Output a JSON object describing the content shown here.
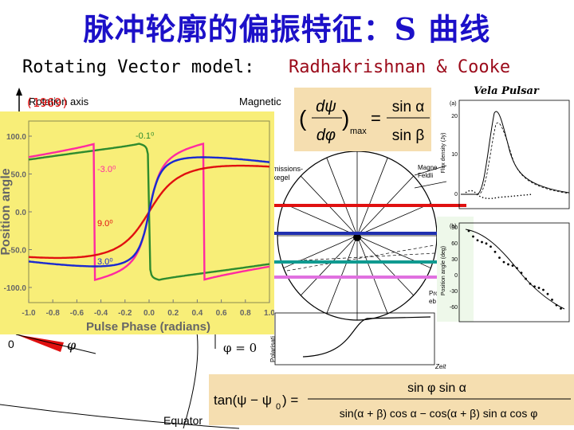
{
  "header": {
    "title": "脉冲轮廓的偏振特征：S 曲线",
    "subtitle_left": "Rotating Vector model:",
    "subtitle_right": "Radhakrishnan & Cooke"
  },
  "background_figure": {
    "rotation_axis": "Rotation axis",
    "magnetic": "Magnetic",
    "annotation_missions": "missions-",
    "annotation_kegel": "kegel",
    "annotation_projektion": "Pro",
    "annotation_eb": "eb",
    "annotation_polarisation": "Polarisati",
    "annotation_zeit": "Zeit",
    "annotation_magnetische": "Magne",
    "annotation_feldlinien": "Feldli",
    "phi_zero": "φ = 0",
    "phi": "φ",
    "zero": "0",
    "equator": "Equator",
    "red_label": "(1969)"
  },
  "formula_top": {
    "lhs_num": "dψ",
    "lhs_den": "dφ",
    "subscript": "max",
    "rhs_num": "sin α",
    "rhs_den": "sin β"
  },
  "formula_bottom": {
    "lhs": "tan(ψ − ψ",
    "lhs_sub": "0",
    "lhs_end": ") =",
    "numerator": "sin φ sin α",
    "denominator": "sin(α + β) cos α − cos(α + β) sin α cos φ"
  },
  "vela": {
    "title": "Vela Pulsar",
    "panel_a": "(a)",
    "panel_b": "(b)",
    "ylabel_top": "Flux density (Jy)",
    "ylabel_bottom": "Position angle (deg)",
    "top_ticks": [
      "20",
      "10",
      "0"
    ],
    "bottom_ticks": [
      "90",
      "60",
      "30",
      "0",
      "-30",
      "-60"
    ]
  },
  "colors": {
    "title": "#1c10c8",
    "subtitle_right": "#9b0a1a",
    "chart_bg": "#f8ee78",
    "formula_bg": "#f5deb0",
    "line_red": "#e01010",
    "line_blue": "#2030b0",
    "line_teal": "#109a90",
    "line_pink": "#e070e0"
  },
  "chart_data": {
    "type": "line",
    "xlabel": "Pulse Phase (radians)",
    "ylabel": "Position angle",
    "xlim": [
      -1.0,
      1.0
    ],
    "ylim": [
      -120,
      120
    ],
    "x_ticks": [
      "-1.0",
      "-0.8",
      "-0.6",
      "-0.4",
      "-0.2",
      "0.0",
      "0.2",
      "0.4",
      "0.6",
      "0.8",
      "1.0"
    ],
    "y_ticks": [
      "100.0",
      "50.0",
      "0.0",
      "-50.0",
      "-100.0"
    ],
    "grid": false,
    "series": [
      {
        "name": "-0.1°",
        "color": "#2e8b2e",
        "curve_beta": -0.1
      },
      {
        "name": "-3.0°",
        "color": "#ff2aa0",
        "curve_beta": -3.0
      },
      {
        "name": "9.0°",
        "color": "#e01010",
        "curve_beta": 9.0
      },
      {
        "name": "3.0°",
        "color": "#1a2ad0",
        "curve_beta": 3.0
      }
    ],
    "curve_labels": [
      "-0.1⁰",
      "-3.0⁰",
      "9.0⁰",
      "3.0⁰"
    ]
  }
}
